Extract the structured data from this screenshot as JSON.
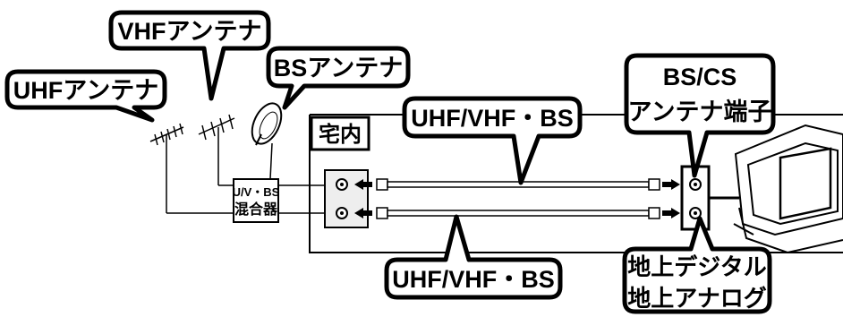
{
  "labels": {
    "uhf_antenna": "UHFアンテナ",
    "vhf_antenna": "VHFアンテナ",
    "bs_antenna": "BSアンテナ",
    "indoor": "宅内",
    "cable_top": "UHF/VHF・BS",
    "cable_bottom": "UHF/VHF・BS",
    "mixer_line1": "U/V・BS",
    "mixer_line2": "混合器",
    "bs_cs_terminal_line1": "BS/CS",
    "bs_cs_terminal_line2": "アンテナ端子",
    "terrestrial_line1": "地上デジタル",
    "terrestrial_line2": "地上アナログ"
  },
  "colors": {
    "line": "#000000",
    "background": "#ffffff",
    "outlet_fill": "#eeeeee",
    "tv_fill": "#ffffff"
  }
}
